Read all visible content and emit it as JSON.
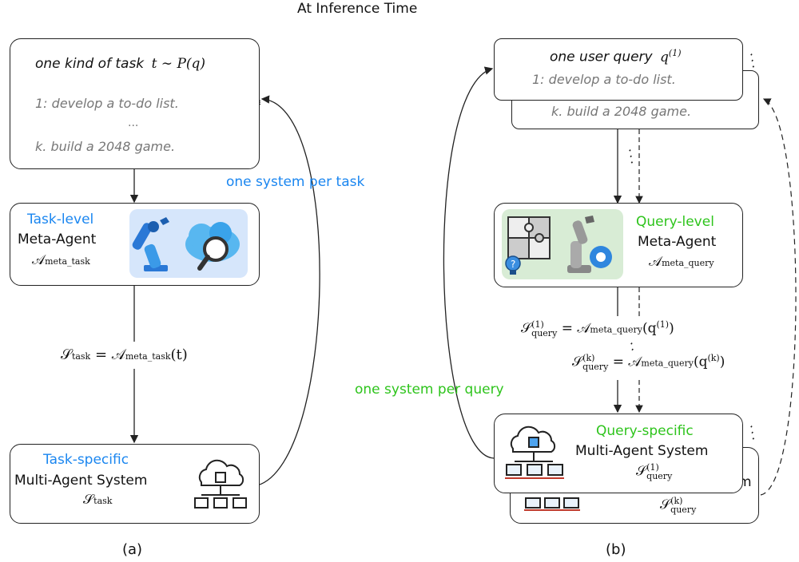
{
  "header": {
    "title": "At Inference Time"
  },
  "panel_a": {
    "caption": "(a)",
    "task_box": {
      "title": "one kind of task",
      "math": "t ∼ P(q)",
      "item1": "1: develop a to-do list.",
      "ellipsis": "...",
      "itemk": "k. build a 2048 game."
    },
    "meta_agent": {
      "level": "Task-level",
      "name": "Meta-Agent",
      "symbol": "𝒜",
      "symbol_sub": "meta_task",
      "icons": [
        "robot-arm-icon",
        "cloud-search-icon"
      ],
      "icon_bg": "#d6e6fb"
    },
    "formula": {
      "lhs": "𝒮",
      "lhs_sub": "task",
      "rhs": "= 𝒜",
      "rhs_sub": "meta_task",
      "arg": "(t)"
    },
    "system_box": {
      "level": "Task-specific",
      "name": "Multi-Agent System",
      "symbol": "𝒮",
      "symbol_sub": "task",
      "icon": "cloud-network-icon"
    },
    "loop_label": "one system per task"
  },
  "panel_b": {
    "caption": "(b)",
    "query_box": {
      "title": "one user query",
      "math": "q",
      "math_sup": "(1)",
      "item1": "1: develop a to-do list.",
      "itemk": "k. build a 2048 game."
    },
    "meta_agent": {
      "level": "Query-level",
      "name": "Meta-Agent",
      "symbol": "𝒜",
      "symbol_sub": "meta_query",
      "icons": [
        "puzzle-icon",
        "lightbulb-icon",
        "robot-arm-gear-icon"
      ],
      "icon_bg": "#d8ecd5"
    },
    "formula1": {
      "lhs": "𝒮",
      "lhs_sup": "(1)",
      "lhs_sub": "query",
      "rhs": "= 𝒜",
      "rhs_sub": "meta_query",
      "arg": "(q",
      "arg_sup": "(1)",
      "arg_end": ")"
    },
    "formulak": {
      "lhs": "𝒮",
      "lhs_sup": "(k)",
      "lhs_sub": "query",
      "rhs": "= 𝒜",
      "rhs_sub": "meta_query",
      "arg": "(q",
      "arg_sup": "(k)",
      "arg_end": ")"
    },
    "system_box": {
      "level": "Query-specific",
      "name": "Multi-Agent System",
      "symbol": "𝒮",
      "symbol_sup": "(1)",
      "symbol_sub": "query",
      "back_symbol": "𝒮",
      "back_symbol_sup": "(k)",
      "back_symbol_sub": "query",
      "back_partial": "m",
      "icon": "cloud-network-icon"
    },
    "loop_label": "one system per query"
  },
  "colors": {
    "task_accent": "#1a86f0",
    "query_accent": "#2ec41c"
  }
}
